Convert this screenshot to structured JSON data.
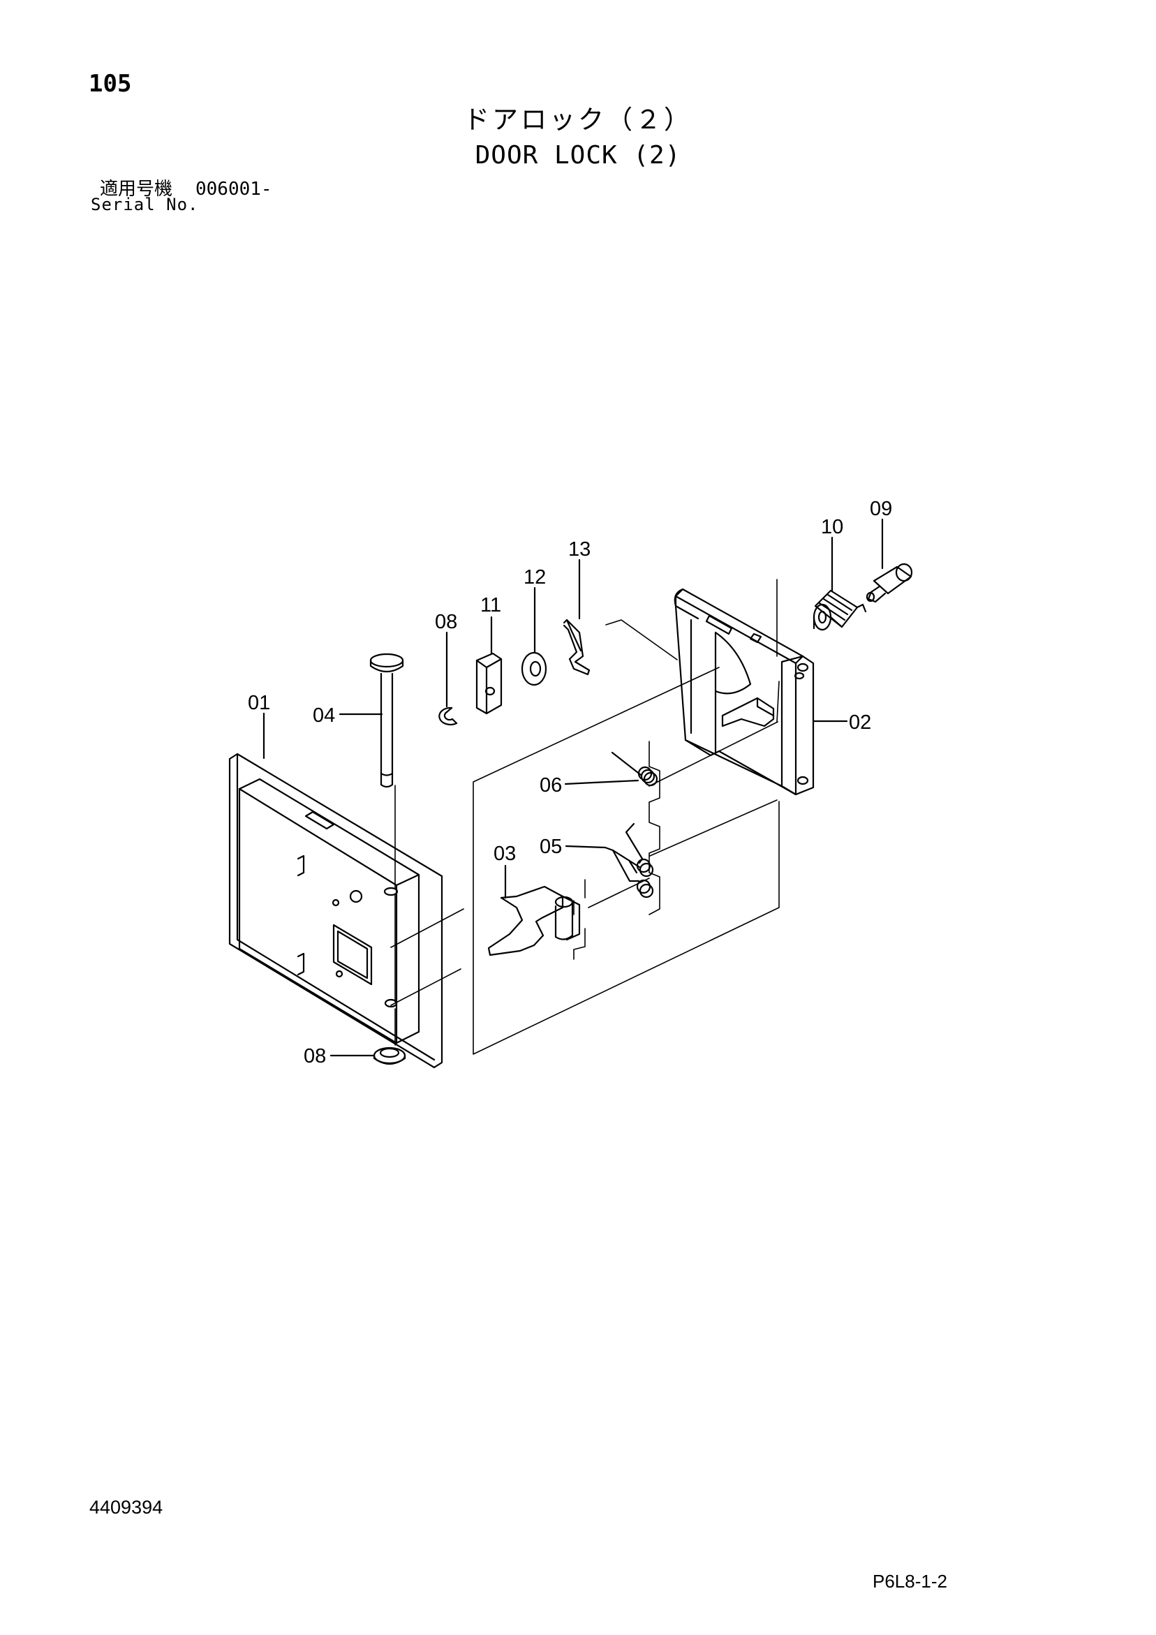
{
  "header": {
    "page_number": "105",
    "title_jp": "ドアロック（２）",
    "title_en": "DOOR LOCK (2)",
    "serial_label_jp": "適用号機",
    "serial_value": "006001-",
    "serial_label_en": "Serial No."
  },
  "callouts": [
    {
      "id": "01",
      "label": "01"
    },
    {
      "id": "02",
      "label": "02"
    },
    {
      "id": "03",
      "label": "03"
    },
    {
      "id": "04",
      "label": "04"
    },
    {
      "id": "05",
      "label": "05"
    },
    {
      "id": "06",
      "label": "06"
    },
    {
      "id": "08a",
      "label": "08"
    },
    {
      "id": "08b",
      "label": "08"
    },
    {
      "id": "09",
      "label": "09"
    },
    {
      "id": "10",
      "label": "10"
    },
    {
      "id": "11",
      "label": "11"
    },
    {
      "id": "12",
      "label": "12"
    },
    {
      "id": "13",
      "label": "13"
    }
  ],
  "footer": {
    "doc_number": "4409394",
    "page_code": "P6L8-1-2"
  }
}
